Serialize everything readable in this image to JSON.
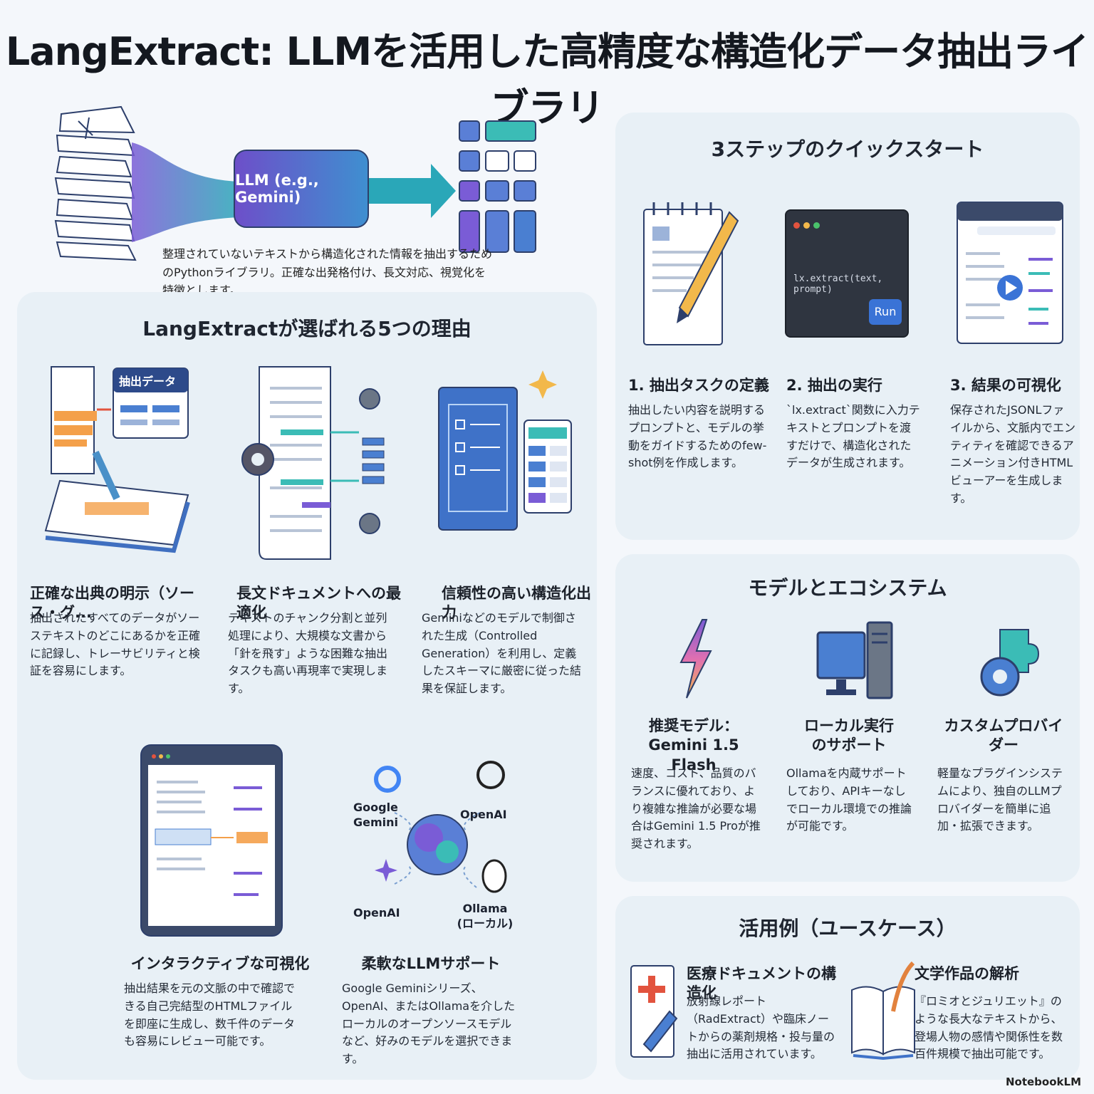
{
  "title": "LangExtract: LLMを活用した高精度な構造化データ抽出ライブラリ",
  "hero": {
    "llm_label": "LLM (e.g., Gemini)",
    "description": "整理されていないテキストから構造化された情報を抽出するためのPythonライブラリ。正確な出発格付け、長文対応、視覚化を特徴とします。"
  },
  "reasons": {
    "title": "LangExtractが選ばれる5つの理由",
    "extract_badge": "抽出データ",
    "items": [
      {
        "title": "正確な出典の明示（ソース・グ...",
        "text": "抽出されたすべてのデータがソーステキストのどこにあるかを正確に記録し、トレーサビリティと検証を容易にします。"
      },
      {
        "title": "長文ドキュメントへの最適化",
        "text": "テキストのチャンク分割と並列処理により、大規模な文書から「針を飛す」ような困難な抽出タスクも高い再現率で実現します。"
      },
      {
        "title": "信頼性の高い構造化出力",
        "text": "Geminiなどのモデルで制御された生成（Controlled Generation）を利用し、定義したスキーマに厳密に従った結果を保証します。"
      },
      {
        "title": "インタラクティブな可視化",
        "text": "抽出結果を元の文脈の中で確認できる自己完結型のHTMLファイルを即座に生成し、数千件のデータも容易にレビュー可能です。"
      },
      {
        "title": "柔軟なLLMサポート",
        "text": "Google Geminiシリーズ、OpenAI、またはOllamaを介したローカルのオープンソースモデルなど、好みのモデルを選択できます。"
      }
    ],
    "providers": {
      "google": "Google\nGemini",
      "openai": "OpenAI",
      "openai2": "OpenAI",
      "ollama": "Ollama\n(ローカル)"
    }
  },
  "quickstart": {
    "title": "3ステップのクイックスタート",
    "code_line": "lx.extract(text, prompt)",
    "run_label": "Run",
    "steps": [
      {
        "title": "1. 抽出タスクの定義",
        "text": "抽出したい内容を説明するプロンプトと、モデルの挙動をガイドするためのfew-shot例を作成します。"
      },
      {
        "title": "2. 抽出の実行",
        "text": "`lx.extract`関数に入力テキストとプロンプトを渡すだけで、構造化されたデータが生成されます。"
      },
      {
        "title": "3. 結果の可視化",
        "text": "保存されたJSONLファイルから、文脈内でエンティティを確認できるアニメーション付きHTMLビューアーを生成します。"
      }
    ]
  },
  "ecosystem": {
    "title": "モデルとエコシステム",
    "items": [
      {
        "title": "推奨モデル：\nGemini 1.5 Flash",
        "text": "速度、コスト、品質のバランスに優れており、より複雑な推論が必要な場合はGemini 1.5 Proが推奨されます。"
      },
      {
        "title": "ローカル実行\nのサポート",
        "text": "Ollamaを内蔵サポートしており、APIキーなしでローカル環境での推論が可能です。"
      },
      {
        "title": "カスタムプロバイダー",
        "text": "軽量なプラグインシステムにより、独自のLLMプロバイダーを簡単に追加・拡張できます。"
      }
    ]
  },
  "usecases": {
    "title": "活用例（ユースケース）",
    "items": [
      {
        "title": "医療ドキュメントの構造化",
        "text": "放射線レポート（RadExtract）や臨床ノートからの薬剤規格・投与量の抽出に活用されています。"
      },
      {
        "title": "文学作品の解析",
        "text": "『ロミオとジュリエット』のような長大なテキストから、登場人物の感情や関係性を数百件規模で抽出可能です。"
      }
    ]
  },
  "brand": "NotebookLM",
  "colors": {
    "accent_purple": "#6a4fc8",
    "accent_teal": "#2bb3b0",
    "accent_blue": "#4a7fd1",
    "panel_bg": "#e8f0f6"
  }
}
